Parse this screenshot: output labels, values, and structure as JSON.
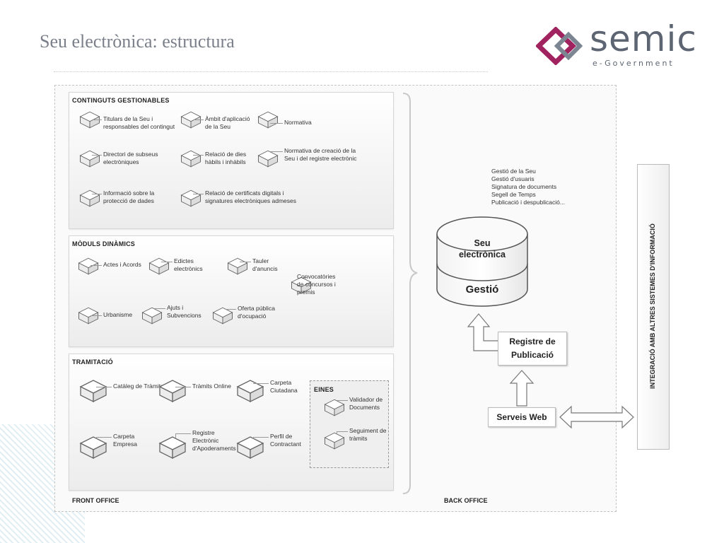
{
  "header": {
    "title": "Seu electrònica: estructura",
    "logo_text": "semic",
    "logo_subtext": "e-Government",
    "brand_color": "#a0225f"
  },
  "panels": {
    "continguts": {
      "title": "CONTINGUTS GESTIONABLES",
      "items": [
        "Titulars de la Seu i\nresponsables del contingut",
        "Àmbit d'aplicació\nde la Seu",
        "Normativa",
        "Directori de subseus\nelectròniques",
        "Relació de dies\nhàbils i inhàbils",
        "Normativa de creació de la\nSeu i del registre electrònic",
        "Informació sobre la\nprotecció de dades",
        "Relació de certificats digitals i\nsignatures electròniques admeses"
      ]
    },
    "moduls": {
      "title": "MÒDULS DINÀMICS",
      "items": [
        "Actes i Acords",
        "Edictes\nelectrònics",
        "Tauler\nd'anuncis",
        "Convocatòries\nde concursos i\npremis",
        "Urbanisme",
        "Ajuts i\nSubvencions",
        "Oferta pública\nd'ocupació"
      ]
    },
    "tramitacio": {
      "title": "TRAMITACIÓ",
      "items": [
        "Catàleg de Tràmits",
        "Tràmits Online",
        "Carpeta\nCiutadana",
        "Carpeta\nEmpresa",
        "Registre\nElectrònic\nd'Apoderaments",
        "Perfil de\nContractant"
      ],
      "eines": {
        "title": "EINES",
        "items": [
          "Validador de\nDocuments",
          "Seguiment de\ntràmits"
        ]
      }
    }
  },
  "back_office": {
    "functions": [
      "Gestió de la Seu",
      "Gestió d'usuaris",
      "Signatura de documents",
      "Segell de Temps",
      "Publicació i despublicació..."
    ],
    "cylinder_top": "Seu\nelectrònica",
    "cylinder_bottom": "Gestió",
    "registre": "Registre de\nPublicació",
    "serveis": "Serveis Web",
    "integracio": "INTEGRACIÓ AMB ALTRES SISTEMES D'INFORMACIÓ"
  },
  "footer": {
    "front": "FRONT OFFICE",
    "back": "BACK OFFICE"
  },
  "icons": {
    "box": "box-icon",
    "arrow": "arrow-icon"
  }
}
